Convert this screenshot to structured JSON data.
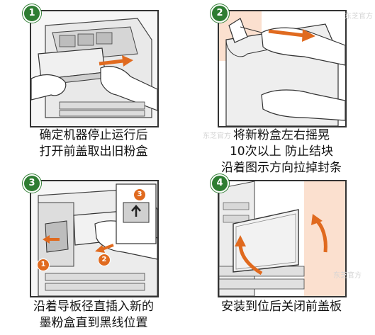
{
  "watermark_text": "东芝官方",
  "panels": [
    {
      "step": "1",
      "caption": [
        "确定机器停止运行后",
        "打开前盖取出旧粉盒"
      ]
    },
    {
      "step": "2",
      "caption": [
        "将新粉盒左右摇晃",
        "10次以上 防止结块",
        "沿着图示方向拉掉封条"
      ]
    },
    {
      "step": "3",
      "caption": [
        "沿着导板径直插入新的",
        "墨粉盒直到黑线位置"
      ],
      "callouts": [
        "1",
        "2",
        "3"
      ]
    },
    {
      "step": "4",
      "caption": [
        "安装到位后关闭前盖板"
      ]
    }
  ],
  "colors": {
    "badge": "#2e7d32",
    "arrow": "#e06a1f",
    "skin_bg": "#fbe0cf"
  }
}
